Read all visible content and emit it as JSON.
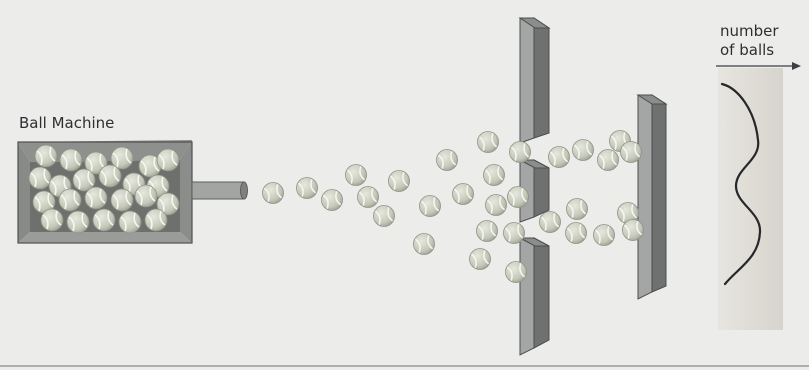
{
  "labels": {
    "ball_machine": "Ball Machine",
    "axis_line1": "number",
    "axis_line2": "of balls"
  },
  "colors": {
    "background": "#ececea",
    "ball": "#c9cdbf",
    "ball_seam": "#f4f5ef",
    "barrier_face": "#a4a6a5",
    "barrier_side": "#6f7171",
    "machine": "#9ea09e",
    "graph_panel": "#dedcd5",
    "curve": "#26272b"
  },
  "icons": [
    "ball-machine",
    "tennis-ball",
    "double-slit-barrier",
    "detector-screen",
    "arrow-right"
  ]
}
